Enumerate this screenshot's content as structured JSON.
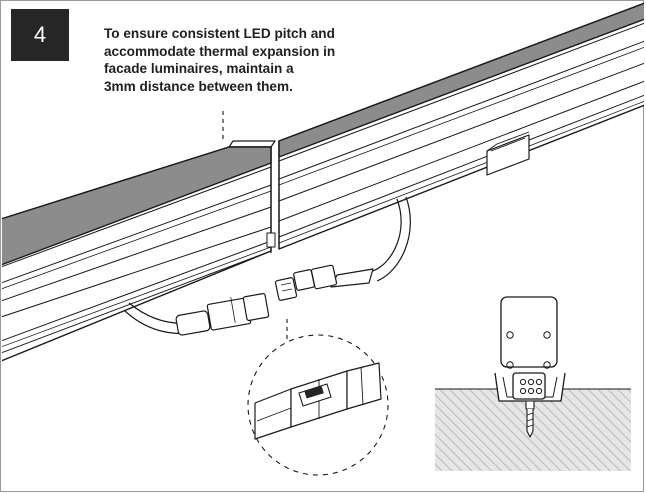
{
  "step": {
    "number": "4"
  },
  "instruction": {
    "lines": [
      "To ensure consistent LED pitch and",
      "accommodate thermal expansion in",
      "facade luminaires, maintain a",
      "3mm distance between them."
    ]
  },
  "colors": {
    "step_badge": "#262626",
    "lens": "#8c8c8c",
    "line": "#1a1a1a",
    "hatch": "#c8c8c8"
  }
}
